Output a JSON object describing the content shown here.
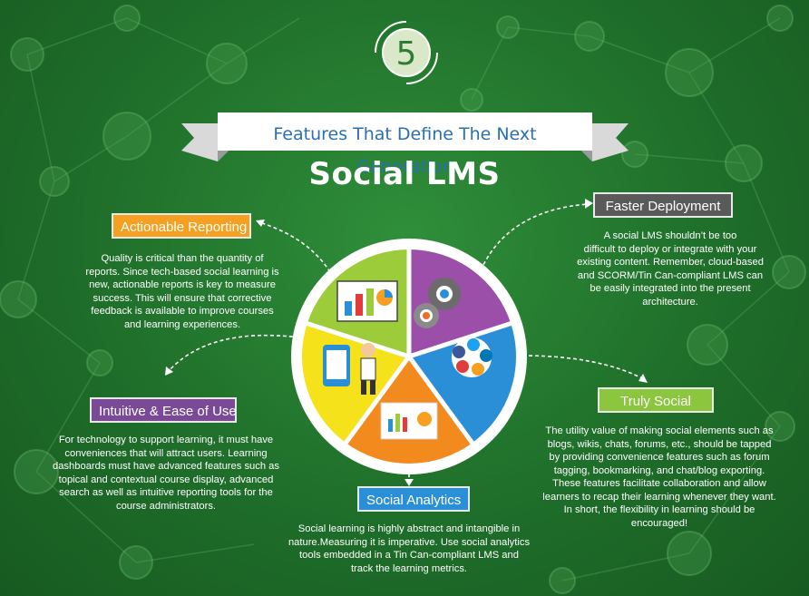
{
  "badge": {
    "number": "5"
  },
  "ribbon": {
    "text": "Features That Define The Next Generation"
  },
  "title": "Social LMS",
  "features": {
    "actionable": {
      "label": "Actionable Reporting",
      "color": "#f5a020",
      "desc": [
        "Quality is critical than the quantity of",
        "reports. Since tech-based social learning is",
        "new, actionable reports is key to measure",
        "success. This will ensure that corrective",
        "feedback is available to improve courses",
        "and learning experiences."
      ]
    },
    "deployment": {
      "label": "Faster Deployment",
      "color": "#5a5a5a",
      "desc": [
        "A social LMS shouldn’t be too",
        "difficult to deploy or integrate with your",
        "existing content. Remember, cloud-based",
        "and SCORM/Tin Can-compliant LMS can",
        "be easily integrated into the present",
        "architecture."
      ]
    },
    "intuitive": {
      "label": "Intuitive & Ease of Use",
      "color": "#7a4a96",
      "desc": [
        "For technology to support learning, it must have",
        "conveniences that will attract users. Learning",
        "dashboards must have advanced features such as",
        "topical and contextual course display, advanced",
        "search as well as intuitive reporting tools for the",
        "course administrators."
      ]
    },
    "truly_social": {
      "label": "Truly Social",
      "color": "#8cc63f",
      "desc": [
        "The utility value of making social elements such as",
        "blogs, wikis, chats, forums, etc., should be tapped",
        "by providing convenience features such as forum",
        "tagging, bookmarking, and chat/blog exporting.",
        "These features facilitate collaboration and allow",
        "learners to recap their learning whenever they want.",
        "In short, the flexibility in learning should be",
        "encouraged!"
      ]
    },
    "analytics": {
      "label": "Social Analytics",
      "color": "#2a8fd6",
      "desc": [
        "Social learning is highly abstract and intangible in",
        "nature.Measuring it is imperative. Use social analytics",
        "tools embedded in a Tin Can-compliant LMS and",
        "track the learning metrics."
      ]
    }
  },
  "wheel": {
    "colors": {
      "green": "#9ccc3a",
      "purple": "#9b4fa8",
      "blue": "#2a8fd6",
      "orange": "#f28a1e",
      "yellow": "#f5e21a"
    },
    "icons": [
      "report-chart-icon",
      "gears-icon",
      "social-bubbles-icon",
      "analytics-box-icon",
      "tablet-user-icon"
    ]
  }
}
